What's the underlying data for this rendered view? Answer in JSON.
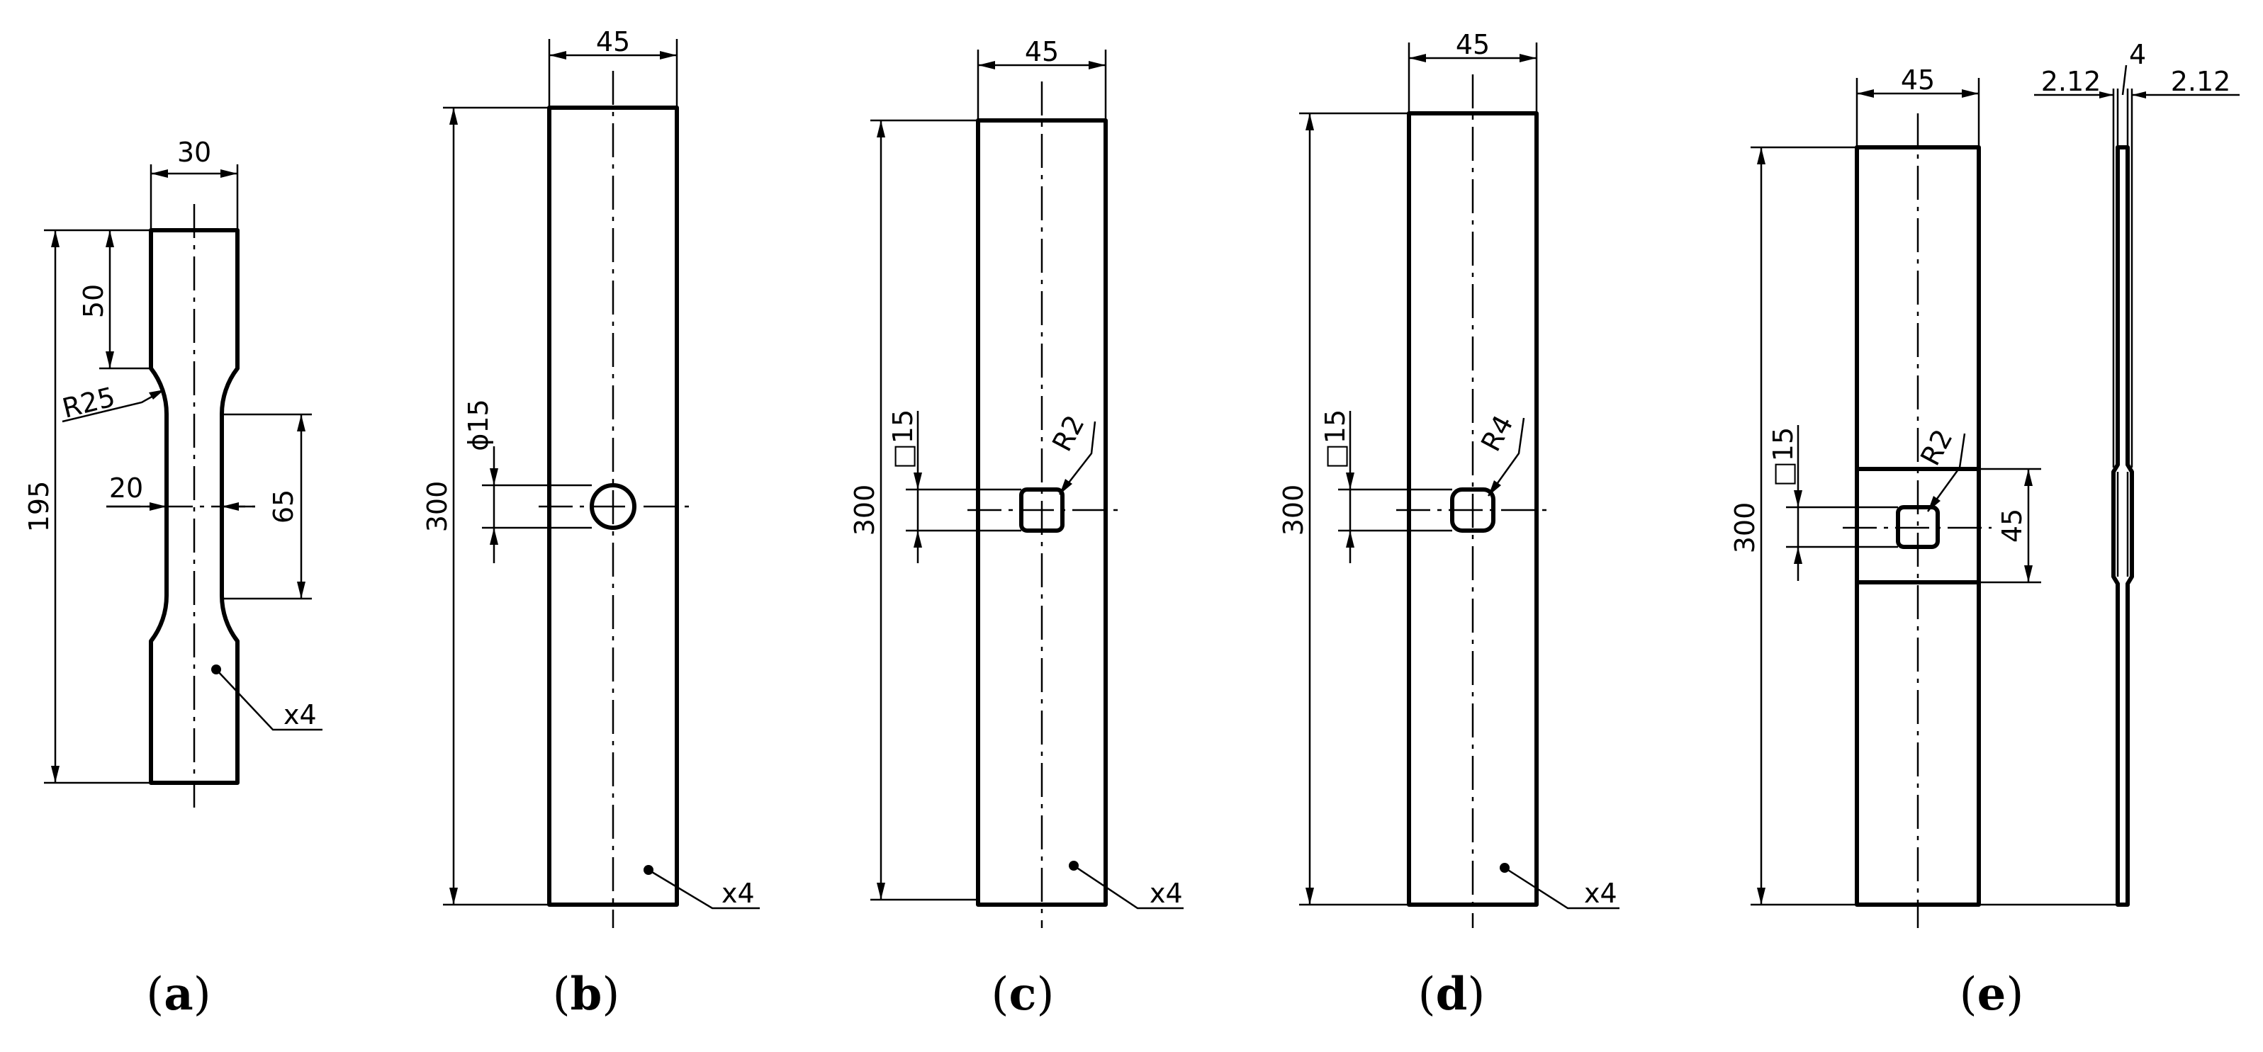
{
  "panel_a": {
    "caption_open": "(",
    "caption_letter": "a",
    "caption_close": ")",
    "dim_width": "30",
    "dim_length": "195",
    "dim_shoulder": "50",
    "dim_radius": "R25",
    "dim_gauge_width": "20",
    "dim_gauge_length": "65",
    "qty": "x4"
  },
  "panel_b": {
    "caption_open": "(",
    "caption_letter": "b",
    "caption_close": ")",
    "dim_width": "45",
    "dim_length": "300",
    "dim_hole": "ϕ15",
    "qty": "x4"
  },
  "panel_c": {
    "caption_open": "(",
    "caption_letter": "c",
    "caption_close": ")",
    "dim_width": "45",
    "dim_length": "300",
    "dim_hole": "□15",
    "dim_radius": "R2",
    "qty": "x4"
  },
  "panel_d": {
    "caption_open": "(",
    "caption_letter": "d",
    "caption_close": ")",
    "dim_width": "45",
    "dim_length": "300",
    "dim_hole": "□15",
    "dim_radius": "R4",
    "qty": "x4"
  },
  "panel_e": {
    "caption_open": "(",
    "caption_letter": "e",
    "caption_close": ")",
    "dim_width": "45",
    "dim_length": "300",
    "dim_hole": "□15",
    "dim_radius": "R2",
    "dim_patch": "45",
    "dim_left": "2.12",
    "dim_core": "4",
    "dim_right": "2.12"
  }
}
